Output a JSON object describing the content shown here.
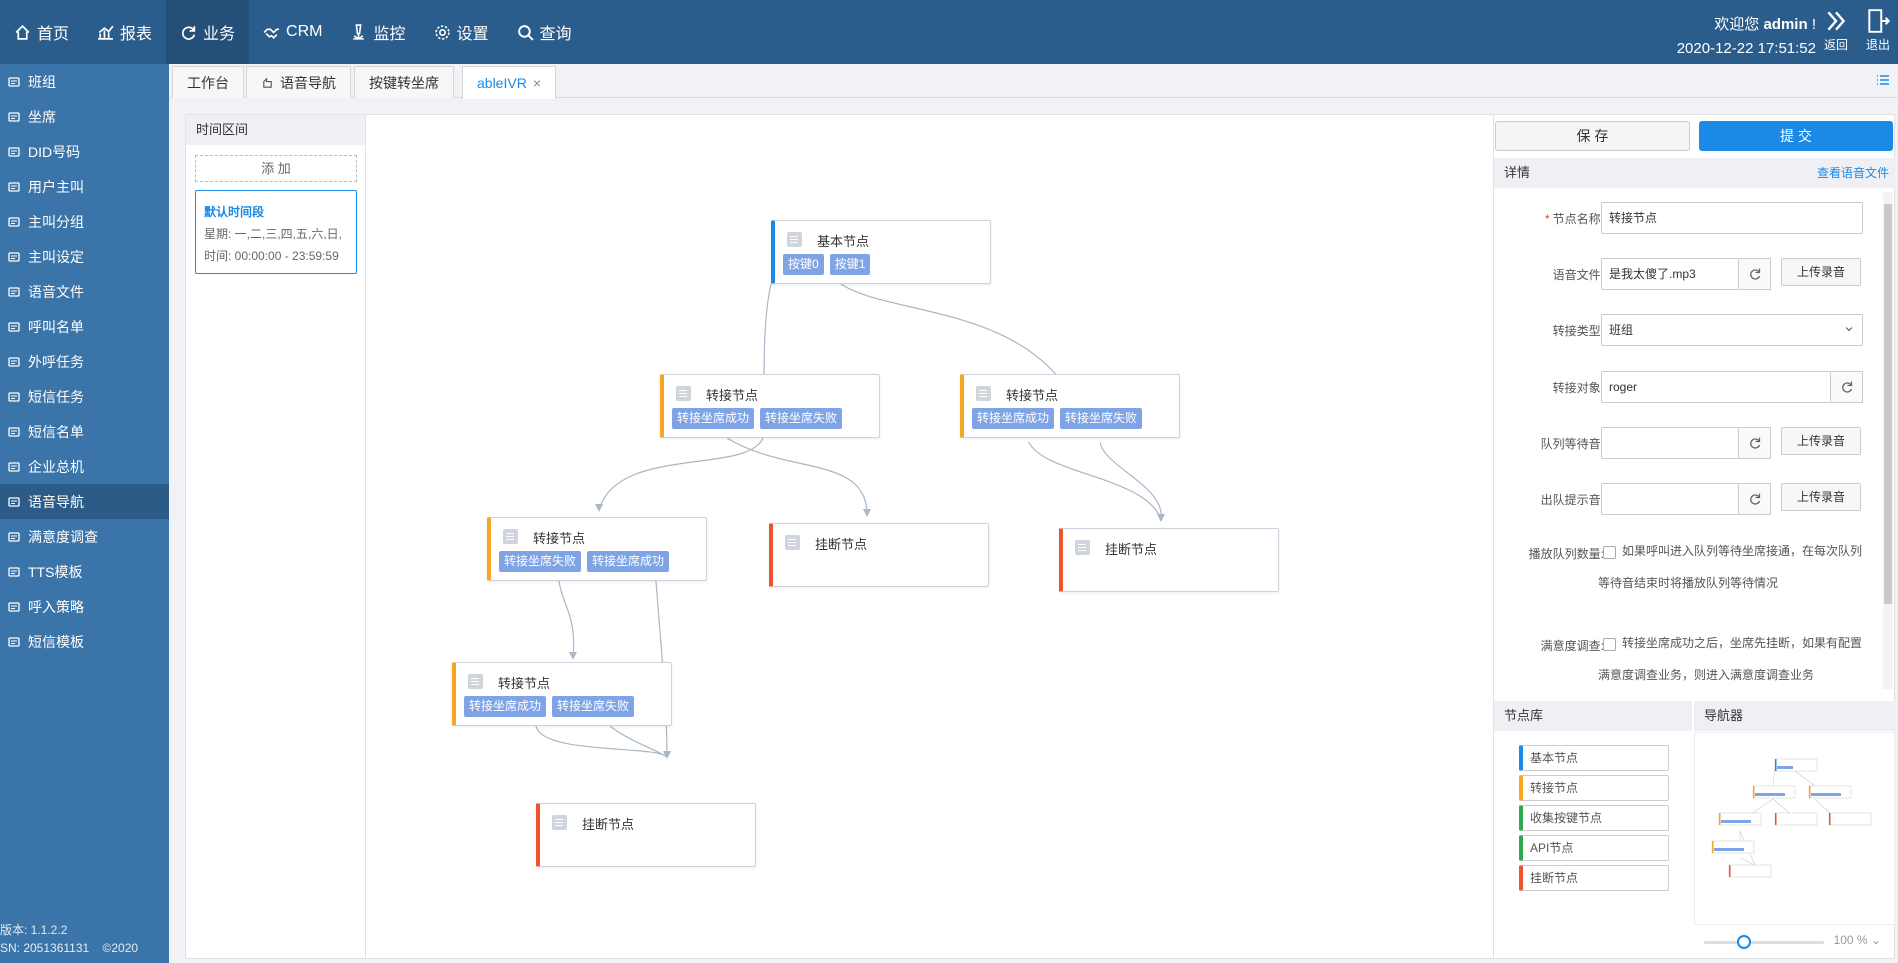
{
  "header": {
    "nav": [
      "首页",
      "报表",
      "业务",
      "CRM",
      "监控",
      "设置",
      "查询"
    ],
    "active_nav": "业务",
    "welcome_prefix": "欢迎您",
    "username": "admin",
    "welcome_suffix": "!",
    "datetime": "2020-12-22 17:51:52",
    "back_label": "返回",
    "logout_label": "退出"
  },
  "sidebar": {
    "items": [
      "班组",
      "坐席",
      "DID号码",
      "用户主叫",
      "主叫分组",
      "主叫设定",
      "语音文件",
      "呼叫名单",
      "外呼任务",
      "短信任务",
      "短信名单",
      "企业总机",
      "语音导航",
      "满意度调查",
      "TTS模板",
      "呼入策略",
      "短信模板"
    ],
    "active": "语音导航",
    "footer_version": "版本: 1.1.2.2",
    "footer_sn": "SN: 2051361131",
    "footer_copyright": "©2020"
  },
  "tabs": {
    "items": [
      "工作台",
      "语音导航",
      "按键转坐席",
      "ableIVR"
    ],
    "active": "ableIVR",
    "close_glyph": "×"
  },
  "time_panel": {
    "title": "时间区间",
    "add_label": "添 加",
    "card_name": "默认时间段",
    "card_week": "星期: 一,二,三,四,五,六,日,",
    "card_time": "时间: 00:00:00 - 23:59:59"
  },
  "nodes": [
    {
      "title": "基本节点",
      "chips": [
        "按键0",
        "按键1"
      ]
    },
    {
      "title": "转接节点",
      "chips": [
        "转接坐席成功",
        "转接坐席失败"
      ]
    },
    {
      "title": "转接节点",
      "chips": [
        "转接坐席成功",
        "转接坐席失败"
      ]
    },
    {
      "title": "转接节点",
      "chips": [
        "转接坐席失败",
        "转接坐席成功"
      ]
    },
    {
      "title": "挂断节点",
      "chips": []
    },
    {
      "title": "挂断节点",
      "chips": []
    },
    {
      "title": "转接节点",
      "chips": [
        "转接坐席成功",
        "转接坐席失败"
      ]
    },
    {
      "title": "挂断节点",
      "chips": []
    }
  ],
  "right_panel": {
    "save_label": "保 存",
    "submit_label": "提 交",
    "detail_title": "详情",
    "view_audio_link": "查看语音文件",
    "form": {
      "node_name_label": "节点名称:",
      "node_name_value": "转接节点",
      "audio_file_label": "语音文件:",
      "audio_file_value": "是我太傻了.mp3",
      "upload_label": "上传录音",
      "transfer_type_label": "转接类型:",
      "transfer_type_value": "班组",
      "transfer_target_label": "转接对象:",
      "transfer_target_value": "roger",
      "queue_wait_label": "队列等待音:",
      "queue_wait_value": "",
      "dequeue_label": "出队提示音:",
      "dequeue_value": "",
      "play_queue_label": "播放队列数量:",
      "play_queue_text": "如果呼叫进入队列等待坐席接通，在每次队列等待音结束时将播放队列等待情况",
      "satisfaction_label": "满意度调查:",
      "satisfaction_text": "转接坐席成功之后，坐席先挂断，如果有配置满意度调查业务，则进入满意度调查业务"
    },
    "library_title": "节点库",
    "library": [
      {
        "label": "基本节点",
        "color": "#1a8ae6"
      },
      {
        "label": "转接节点",
        "color": "#f5a623"
      },
      {
        "label": "收集按键节点",
        "color": "#2fa84f"
      },
      {
        "label": "API节点",
        "color": "#2fa84f"
      },
      {
        "label": "挂断节点",
        "color": "#f0522e"
      }
    ],
    "navigator_title": "导航器",
    "zoom_percent": 100,
    "zoom_label": "100 %"
  },
  "colors": {
    "header_bg": "#2b5d8c",
    "sidebar_bg": "#3b74a8",
    "accent": "#1a8ae6",
    "basic_node": "#1a8ae6",
    "transfer_node": "#f5a623",
    "hangup_node": "#f0522e",
    "chip": "#7fa4e6"
  }
}
